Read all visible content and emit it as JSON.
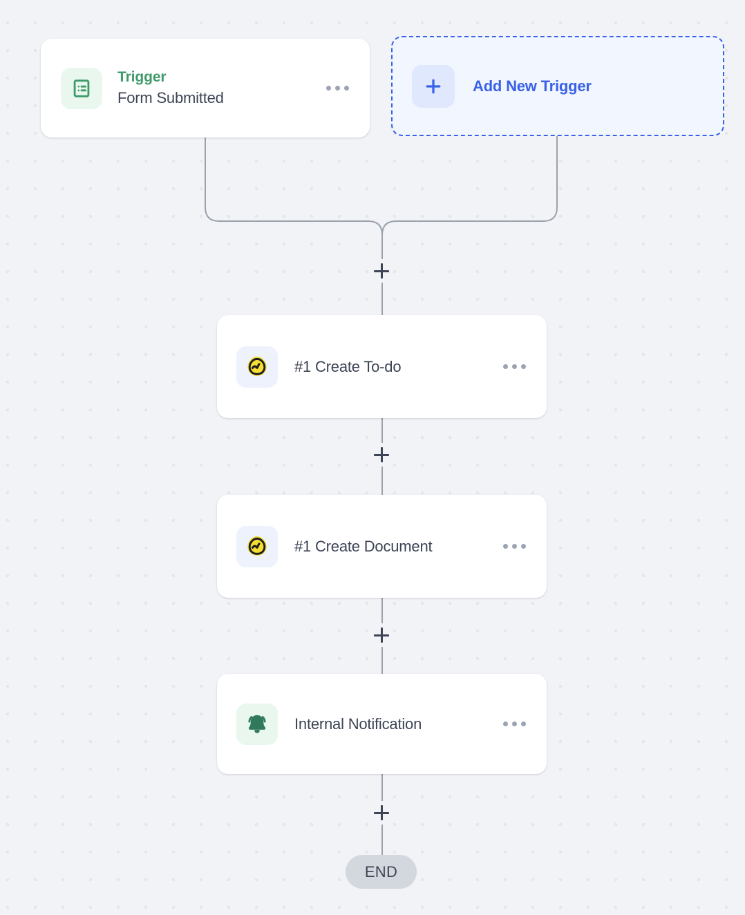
{
  "canvas": {
    "background_color": "#f1f3f7",
    "dot_color": "#e6e6e6"
  },
  "trigger_node": {
    "icon": "clipboard-list-icon",
    "kicker": "Trigger",
    "kicker_color": "#3f9a6a",
    "title": "Form Submitted",
    "menu_icon": "kebab-menu-icon"
  },
  "add_trigger": {
    "icon": "plus-icon",
    "label": "Add New Trigger",
    "accent_color": "#3a62e8"
  },
  "steps": [
    {
      "icon": "basecamp-logo-icon",
      "title": "#1 Create To-do",
      "menu_icon": "kebab-menu-icon"
    },
    {
      "icon": "basecamp-logo-icon",
      "title": "#1 Create Document",
      "menu_icon": "kebab-menu-icon"
    },
    {
      "icon": "bell-ringing-icon",
      "title": "Internal Notification",
      "menu_icon": "kebab-menu-icon"
    }
  ],
  "connectors": {
    "add_step_icon": "plus-icon",
    "count": 4
  },
  "end_badge": {
    "label": "END"
  }
}
